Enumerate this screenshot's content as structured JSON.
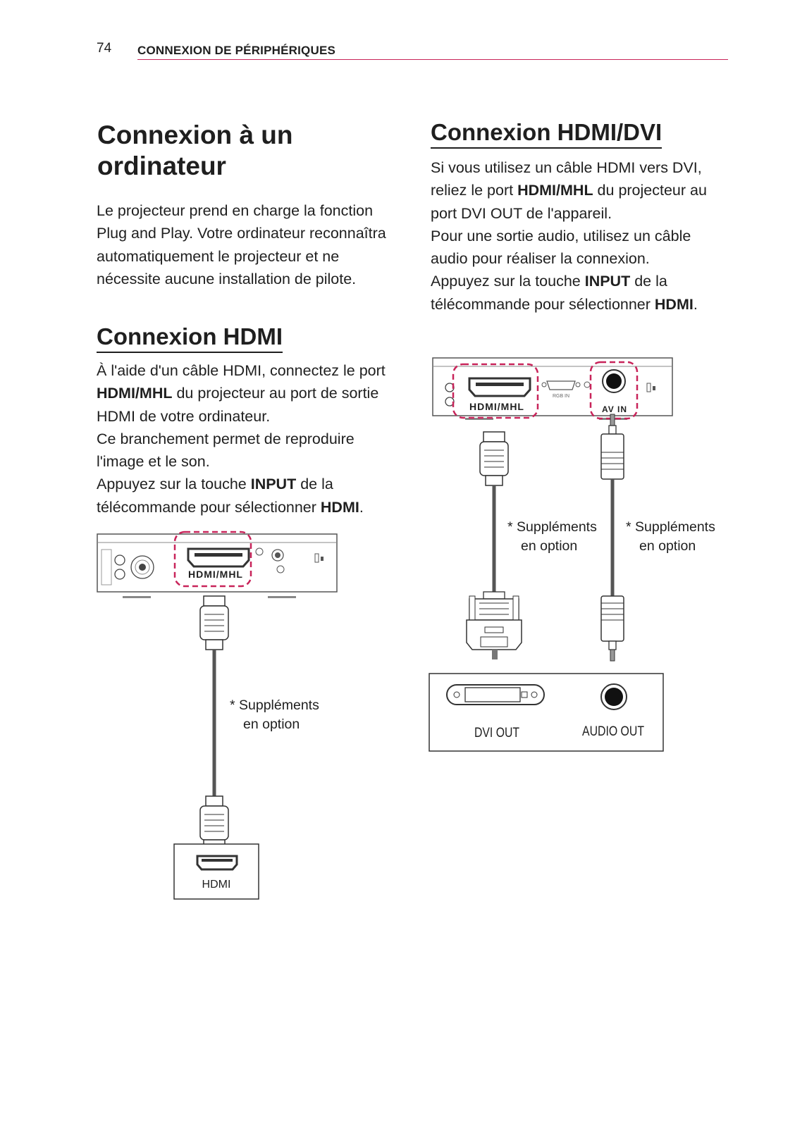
{
  "header": {
    "page_number": "74",
    "section_title": "CONNEXION DE PÉRIPHÉRIQUES"
  },
  "intro": {
    "title": "Connexion à un ordinateur",
    "text": "Le projecteur prend en charge la fonction Plug and Play. Votre ordinateur reconnaîtra automatiquement le projecteur et ne nécessite aucune installation de pilote."
  },
  "hdmi": {
    "title": "Connexion HDMI",
    "line1_a": "À l'aide d'un câble HDMI, connectez le port ",
    "line1_bold": "HDMI/MHL",
    "line1_b": " du projecteur au port de sortie HDMI de votre ordinateur.",
    "line2": "Ce branchement permet de reproduire l'image et le son.",
    "line3_a": "Appuyez sur la touche ",
    "line3_bold1": "INPUT",
    "line3_b": " de la télécommande pour sélectionner ",
    "line3_bold2": "HDMI",
    "line3_c": ".",
    "diagram": {
      "port_label": "HDMI/MHL",
      "note_line1": "* Suppléments",
      "note_line2": "en option",
      "device_label": "HDMI"
    }
  },
  "hdmi_dvi": {
    "title": "Connexion HDMI/DVI",
    "line1_a": "Si vous utilisez un câble HDMI vers DVI, reliez le port ",
    "line1_bold": "HDMI/MHL",
    "line1_b": " du projecteur au port DVI OUT de l'appareil.",
    "line2": "Pour une sortie audio, utilisez un câble audio pour réaliser la connexion.",
    "line3_a": "Appuyez sur la touche ",
    "line3_bold1": "INPUT",
    "line3_b": " de la télécommande pour sélectionner ",
    "line3_bold2": "HDMI",
    "line3_c": ".",
    "diagram": {
      "port_label": "HDMI/MHL",
      "av_label": "AV IN",
      "rgb_label": "RGB IN",
      "note1_line1": "* Suppléments",
      "note1_line2": "en option",
      "note2_line1": "* Suppléments",
      "note2_line2": "en option",
      "dvi_label": "DVI OUT",
      "audio_label": "AUDIO OUT"
    }
  },
  "colors": {
    "accent_rule": "#c8245a",
    "dash_highlight": "#c8245a"
  }
}
